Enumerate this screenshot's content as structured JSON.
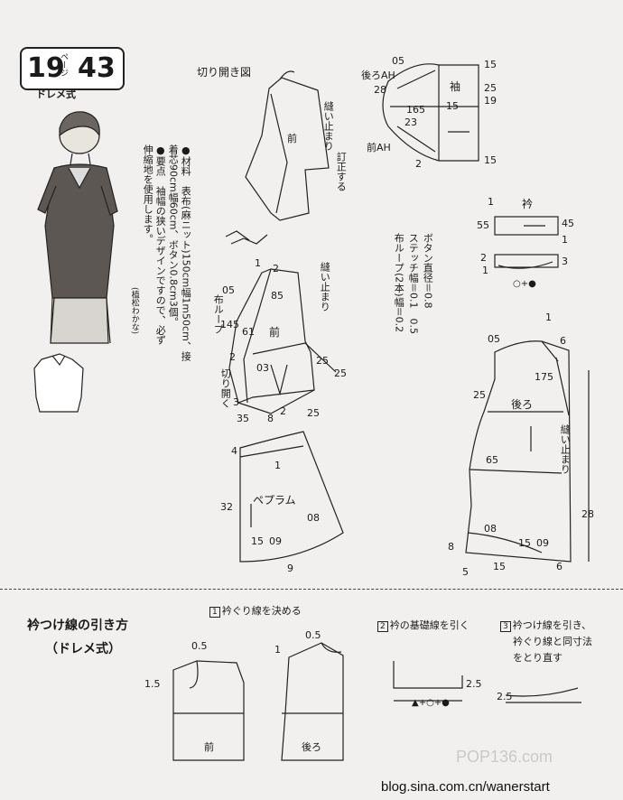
{
  "header": {
    "page_number": "19",
    "page_unit": "ページ",
    "item_number": "43",
    "method": "ドレメ式"
  },
  "materials": {
    "col1": "●材料　表布(麻ニット)150cm幅1m50cm、接",
    "col2": "着芯90cm幅60cm、ボタン0.8cm3個。",
    "col3": "●要点　袖幅の狭いデザインですので、必ず",
    "col4": "伸縮地を使用します。",
    "credit": "(植松わかな)"
  },
  "notes": {
    "button": "ボタン直径＝0.8",
    "stitch": "ステッチ幅＝0.1　0.5",
    "loop": "布ループ(2本)幅＝0.2"
  },
  "labels": {
    "kirihiraki": "切り開き図",
    "front": "前",
    "back": "後ろ",
    "sleeve": "袖",
    "collar": "衿",
    "peplum": "ペプラム",
    "back_ah": "後ろAH",
    "front_ah": "前AH",
    "ease_stitch": "縫い止まり",
    "pleat": "訂正する",
    "cut_open": "切り開く",
    "loop": "布ループ",
    "button": "○+●"
  },
  "dims": {
    "sleeve": [
      "05",
      "15",
      "28",
      "25",
      "15",
      "19",
      "165",
      "23",
      "2",
      "15"
    ],
    "collar": [
      "1",
      "55",
      "45",
      "1",
      "2",
      "1",
      "3"
    ],
    "front": [
      "1",
      "2",
      "05",
      "85",
      "145",
      "61",
      "2",
      "25",
      "03",
      "3",
      "35",
      "8",
      "2",
      "25",
      "25"
    ],
    "peplum": [
      "4",
      "1",
      "32",
      "15",
      "09",
      "08",
      "9"
    ],
    "back": [
      "05",
      "6",
      "175",
      "25",
      "65",
      "28",
      "08",
      "15",
      "09",
      "8",
      "5",
      "15",
      "6",
      "1"
    ]
  },
  "section": {
    "title": "衿つけ線の引き方",
    "subtitle": "（ドレメ式）",
    "step1": "衿ぐり線を決める",
    "step2": "衿の基礎線を引く",
    "step3a": "衿つけ線を引き、",
    "step3b": "衿ぐり線と同寸法",
    "step3c": "をとり直す",
    "front": "前",
    "back": "後ろ",
    "d05a": "0.5",
    "d15": "1.5",
    "d05b": "0.5",
    "d1": "1",
    "d25a": "2.5",
    "d25b": "2.5",
    "mark": "▲+○+●"
  },
  "watermark": {
    "url": "blog.sina.com.cn/wanerstart",
    "brand": "POP136.com"
  }
}
